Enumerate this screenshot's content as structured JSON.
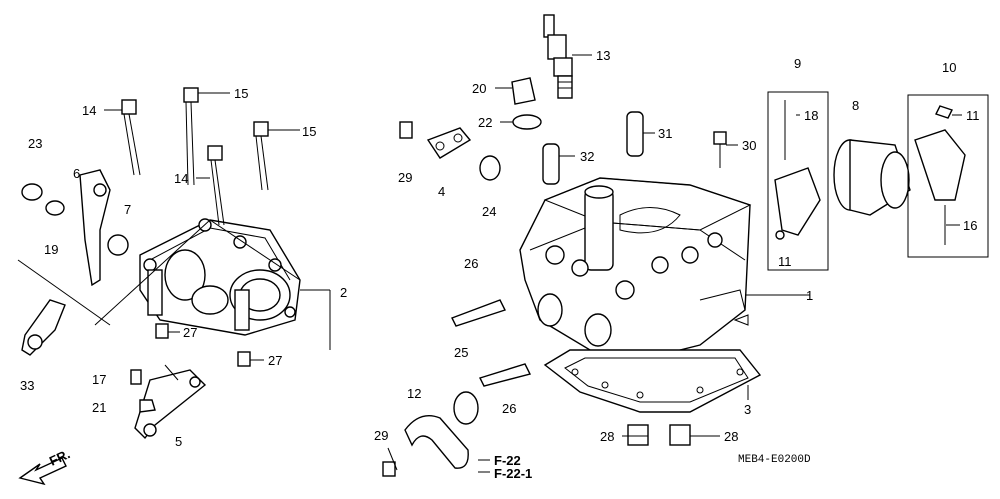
{
  "diagram": {
    "code": "MEB4-E0200D",
    "front_marker": "FR.",
    "refs": [
      "F-22",
      "F-22-1"
    ],
    "callouts": {
      "n1": "1",
      "n2": "2",
      "n3": "3",
      "n4": "4",
      "n5": "5",
      "n6": "6",
      "n7": "7",
      "n8": "8",
      "n9": "9",
      "n10": "10",
      "n11a": "11",
      "n11b": "11",
      "n12": "12",
      "n13": "13",
      "n14a": "14",
      "n14b": "14",
      "n15a": "15",
      "n15b": "15",
      "n16": "16",
      "n17": "17",
      "n18": "18",
      "n19": "19",
      "n20": "20",
      "n21": "21",
      "n22": "22",
      "n23": "23",
      "n24": "24",
      "n25": "25",
      "n26a": "26",
      "n26b": "26",
      "n27a": "27",
      "n27b": "27",
      "n28a": "28",
      "n28b": "28",
      "n29a": "29",
      "n29b": "29",
      "n30": "30",
      "n31": "31",
      "n32": "32",
      "n33": "33"
    }
  }
}
